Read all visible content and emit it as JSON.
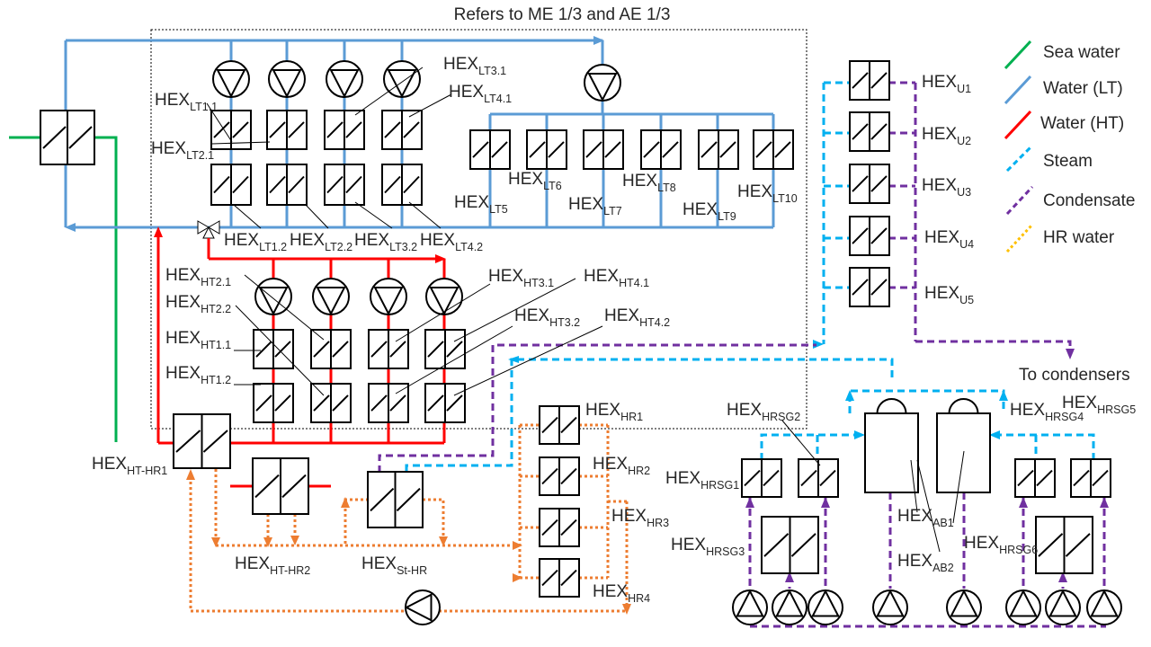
{
  "title": "Refers to ME 1/3 and AE 1/3",
  "to_condensers": "To condensers",
  "legend": [
    {
      "label": "Sea water",
      "color": "#00b050",
      "style": "solid"
    },
    {
      "label": "Water (LT)",
      "color": "#5b9bd5",
      "style": "solid"
    },
    {
      "label": "Water (HT)",
      "color": "#ff0000",
      "style": "solid"
    },
    {
      "label": "Steam",
      "color": "#00b0f0",
      "style": "dashed"
    },
    {
      "label": "Condensate",
      "color": "#7030a0",
      "style": "dashed"
    },
    {
      "label": "HR water",
      "color": "#ffc000",
      "style": "dotted"
    }
  ],
  "labels": [
    {
      "base": "HEX",
      "sub": "LT1.1"
    },
    {
      "base": "HEX",
      "sub": "LT2.1"
    },
    {
      "base": "HEX",
      "sub": "LT3.1"
    },
    {
      "base": "HEX",
      "sub": "LT4.1"
    },
    {
      "base": "HEX",
      "sub": "LT1.2"
    },
    {
      "base": "HEX",
      "sub": "LT2.2"
    },
    {
      "base": "HEX",
      "sub": "LT3.2"
    },
    {
      "base": "HEX",
      "sub": "LT4.2"
    },
    {
      "base": "HEX",
      "sub": "LT5"
    },
    {
      "base": "HEX",
      "sub": "LT6"
    },
    {
      "base": "HEX",
      "sub": "LT7"
    },
    {
      "base": "HEX",
      "sub": "LT8"
    },
    {
      "base": "HEX",
      "sub": "LT9"
    },
    {
      "base": "HEX",
      "sub": "LT10"
    },
    {
      "base": "HEX",
      "sub": "HT2.1"
    },
    {
      "base": "HEX",
      "sub": "HT2.2"
    },
    {
      "base": "HEX",
      "sub": "HT1.1"
    },
    {
      "base": "HEX",
      "sub": "HT1.2"
    },
    {
      "base": "HEX",
      "sub": "HT3.1"
    },
    {
      "base": "HEX",
      "sub": "HT4.1"
    },
    {
      "base": "HEX",
      "sub": "HT3.2"
    },
    {
      "base": "HEX",
      "sub": "HT4.2"
    },
    {
      "base": "HEX",
      "sub": "HT-HR1"
    },
    {
      "base": "HEX",
      "sub": "HT-HR2"
    },
    {
      "base": "HEX",
      "sub": "St-HR"
    },
    {
      "base": "HEX",
      "sub": "HR1"
    },
    {
      "base": "HEX",
      "sub": "HR2"
    },
    {
      "base": "HEX",
      "sub": "HR3"
    },
    {
      "base": "HEX",
      "sub": "HR4"
    },
    {
      "base": "HEX",
      "sub": "U1"
    },
    {
      "base": "HEX",
      "sub": "U2"
    },
    {
      "base": "HEX",
      "sub": "U3"
    },
    {
      "base": "HEX",
      "sub": "U4"
    },
    {
      "base": "HEX",
      "sub": "U5"
    },
    {
      "base": "HEX",
      "sub": "HRSG2"
    },
    {
      "base": "HEX",
      "sub": "HRSG4"
    },
    {
      "base": "HEX",
      "sub": "HRSG5"
    },
    {
      "base": "HEX",
      "sub": "HRSG1"
    },
    {
      "base": "HEX",
      "sub": "HRSG3"
    },
    {
      "base": "HEX",
      "sub": "HRSG6"
    },
    {
      "base": "HEX",
      "sub": "AB1"
    },
    {
      "base": "HEX",
      "sub": "AB2"
    }
  ]
}
